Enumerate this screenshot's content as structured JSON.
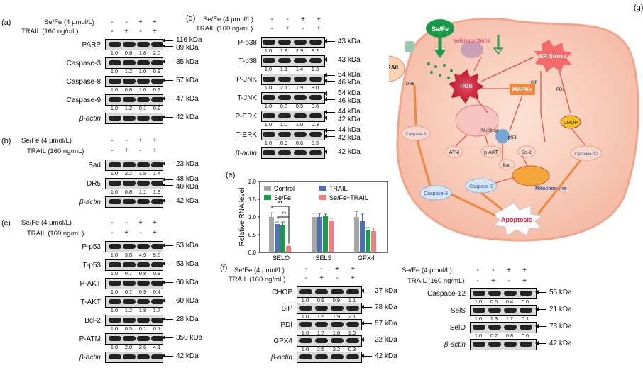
{
  "labels": {
    "se": "Se/Fe (4 μmol/L)",
    "trail": "TRAIL (160 ng/mL)",
    "beta": "β-actin",
    "se_f": "Se/Fe (4 μmol/L)",
    "trail_f": "TRAIL (160 ng/mL)"
  },
  "signs": {
    "se": [
      "-",
      "-",
      "+",
      "+"
    ],
    "trail": [
      "-",
      "+",
      "-",
      "+"
    ]
  },
  "panel_a": {
    "label": "(a)",
    "rows": [
      {
        "name": "PARP",
        "vals": [
          "1.0",
          "0.8",
          "1.8",
          "2.0"
        ],
        "kda": [
          "116 kDa",
          "89 kDa"
        ]
      },
      {
        "name": "Caspase-3",
        "vals": [
          "1.0",
          "1.2",
          "1.0",
          "0.9"
        ],
        "kda": [
          "35 kDa"
        ]
      },
      {
        "name": "Caspase-8",
        "vals": [
          "1.0",
          "0.8",
          "1.0",
          "0.7"
        ],
        "kda": [
          "57 kDa"
        ]
      },
      {
        "name": "Caspase-9",
        "vals": [
          "1.0",
          "1.2",
          "0.1",
          "0.2"
        ],
        "kda": [
          "47 kDa"
        ]
      },
      {
        "name": "β-actin",
        "vals": [],
        "kda": [
          "42 kDa"
        ]
      }
    ]
  },
  "panel_b": {
    "label": "(b)",
    "rows": [
      {
        "name": "Bad",
        "vals": [
          "1.0",
          "2.2",
          "1.5",
          "1.4"
        ],
        "kda": [
          "23 kDa"
        ]
      },
      {
        "name": "DR5",
        "vals": [
          "1.0",
          "0.8",
          "1.1",
          "1.8"
        ],
        "kda": [
          "48 kDa",
          "40 kDa"
        ]
      },
      {
        "name": "β-actin",
        "vals": [],
        "kda": [
          "42 kDa"
        ]
      }
    ]
  },
  "panel_c": {
    "label": "(c)",
    "rows": [
      {
        "name": "P-p53",
        "vals": [
          "1.0",
          "3.0",
          "4.9",
          "5.8"
        ],
        "kda": [
          "53 kDa"
        ]
      },
      {
        "name": "T-p53",
        "vals": [
          "1.0",
          "0.7",
          "0.8",
          "0.8"
        ],
        "kda": [
          "53 kDa"
        ]
      },
      {
        "name": "P-AKT",
        "vals": [
          "1.0",
          "0.7",
          "0.9",
          "0.4"
        ],
        "kda": [
          "60 kDa"
        ]
      },
      {
        "name": "T-AKT",
        "vals": [
          "1.0",
          "1.2",
          "1.8",
          "1.7"
        ],
        "kda": [
          "60 kDa"
        ]
      },
      {
        "name": "Bcl-2",
        "vals": [
          "1.0",
          "0.5",
          "0.1",
          "0.1"
        ],
        "kda": [
          "28 kDa"
        ]
      },
      {
        "name": "P-ATM",
        "vals": [
          "1.0",
          "2.0",
          "2.6",
          "4.1"
        ],
        "kda": [
          "350 kDa"
        ]
      },
      {
        "name": "β-actin",
        "vals": [],
        "kda": [
          "42 kDa"
        ]
      }
    ]
  },
  "panel_d": {
    "label": "(d)",
    "rows": [
      {
        "name": "P-p38",
        "vals": [
          "1.0",
          "1.9",
          "2.9",
          "3.2"
        ],
        "kda": [
          "43 kDa"
        ]
      },
      {
        "name": "T-p38",
        "vals": [
          "1.0",
          "1.1",
          "1.4",
          "1.3"
        ],
        "kda": [
          "43 kDa"
        ]
      },
      {
        "name": "P-JNK",
        "vals": [
          "1.0",
          "2.1",
          "1.9",
          "3.0"
        ],
        "kda": [
          "54 kDa",
          "46 kDa"
        ]
      },
      {
        "name": "T-JNK",
        "vals": [
          "1.0",
          "0.8",
          "0.5",
          "0.6"
        ],
        "kda": [
          "54 kDa",
          "46 kDa"
        ]
      },
      {
        "name": "P-ERK",
        "vals": [
          "1.0",
          "1.0",
          "1.0",
          "0.3"
        ],
        "kda": [
          "44 kDa",
          "42 kDa"
        ]
      },
      {
        "name": "T-ERK",
        "vals": [
          "1.0",
          "0.9",
          "0.6",
          "0.5"
        ],
        "kda": [
          "44 kDa",
          "42 kDa"
        ]
      },
      {
        "name": "β-actin",
        "vals": [],
        "kda": [
          "42 kDa"
        ]
      }
    ]
  },
  "panel_f": {
    "label": "(f)",
    "rows": [
      {
        "name": "CHOP",
        "vals": [
          "1.0",
          "0.9",
          "0.9",
          "1.1"
        ],
        "kda": [
          "27 kDa"
        ]
      },
      {
        "name": "BiP",
        "vals": [
          "1.0",
          "1.5",
          "1.9",
          "2.1"
        ],
        "kda": [
          "78 kDa"
        ]
      },
      {
        "name": "PDI",
        "vals": [
          "1.0",
          "1.7",
          "1.8",
          "1.9"
        ],
        "kda": [
          "57 kDa"
        ]
      },
      {
        "name": "GPX4",
        "vals": [
          "1.0",
          "2.5",
          "2.2",
          "0.3"
        ],
        "kda": [
          "22 kDa"
        ]
      },
      {
        "name": "β-actin",
        "vals": [],
        "kda": [
          "42 kDa"
        ]
      }
    ]
  },
  "panel_f2": {
    "rows": [
      {
        "name": "Caspase-12",
        "vals": [
          "1.0",
          "0.5",
          "0.4",
          "0.0"
        ],
        "kda": [
          "55 kDa"
        ]
      },
      {
        "name": "SelS",
        "vals": [
          "1.0",
          "1.3",
          "1.2",
          "0.1"
        ],
        "kda": [
          "21 kDa"
        ]
      },
      {
        "name": "SelO",
        "vals": [
          "1.0",
          "0.7",
          "0.8",
          "0.0"
        ],
        "kda": [
          "73 kDa"
        ]
      },
      {
        "name": "β-actin",
        "vals": [],
        "kda": [
          "42 kDa"
        ]
      }
    ]
  },
  "chart_data": {
    "type": "bar",
    "panel_label": "(e)",
    "ylabel": "Relative RNA level",
    "ylim": [
      0,
      2.0
    ],
    "yticks": [
      "0.0",
      "0.5",
      "1.0",
      "1.5",
      "2.0"
    ],
    "categories": [
      "SELO",
      "SELS",
      "GPX4"
    ],
    "series": [
      {
        "name": "Control",
        "color": "#a6a6a6",
        "values": [
          1.0,
          1.0,
          1.0
        ],
        "err": [
          0.12,
          0.1,
          0.15
        ]
      },
      {
        "name": "TRAIL",
        "color": "#4f6fb8",
        "values": [
          0.8,
          1.0,
          0.88
        ],
        "err": [
          0.06,
          0.1,
          0.2
        ]
      },
      {
        "name": "Se/Fe",
        "color": "#1a9a4a",
        "values": [
          0.76,
          1.02,
          0.62
        ],
        "err": [
          0.1,
          0.06,
          0.08
        ]
      },
      {
        "name": "Se/Fe+TRAIL",
        "color": "#f08080",
        "values": [
          0.18,
          0.88,
          0.6
        ],
        "err": [
          0.03,
          0.08,
          0.08
        ]
      }
    ],
    "annotations": [
      "**",
      "**"
    ],
    "legend_position": "top"
  },
  "schematic": {
    "label": "(g)",
    "texts": {
      "sefe": "Se/Fe",
      "trail": "TRAIL",
      "selenoproteins": "selenoproteins",
      "er_stress": "ER Stress",
      "ros": "ROS",
      "dr5": "DR5",
      "bip": "BIP",
      "pdi": "PDI",
      "mapks": "MAPKs",
      "chop": "CHOP",
      "nucleus": "Nucleus",
      "p": "P",
      "p53": "p53",
      "atm": "ATM",
      "pakt": "p-AKT",
      "bcl2": "Bcl-2",
      "bad": "Bad",
      "casp8": "Caspase-8",
      "casp9": "Caspase-9",
      "casp12": "Caspase-12",
      "casp3": "Caspase-3",
      "mito": "Mitochondria",
      "apoptosis": "Apoptosis"
    }
  }
}
